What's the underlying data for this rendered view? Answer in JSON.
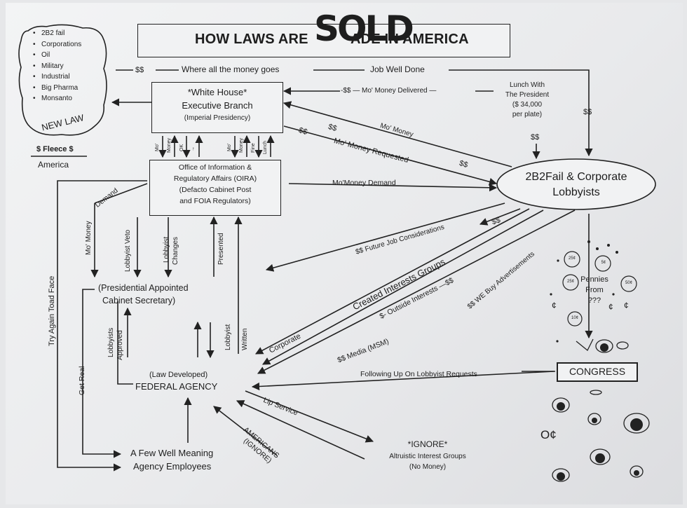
{
  "header": {
    "title_left": "HOW LAWS ARE",
    "title_right": "ADE IN AMERICA",
    "sold_stamp": "SOLD"
  },
  "interests": {
    "items": [
      "2B2 fail",
      "Corporations",
      "Oil",
      "Military",
      "Industrial",
      "Big Pharma",
      "Monsanto"
    ],
    "new_law": "NEW LAW",
    "fleece": "$ Fleece $",
    "america": "America"
  },
  "money_line": {
    "dollar": "$$",
    "where": "Where all the money goes",
    "job": "Job Well Done"
  },
  "white_house": {
    "title": "*White House*",
    "branch": "Executive Branch",
    "note": "(Imperial Presidency)"
  },
  "mini_labels": [
    "Mo'",
    "Money",
    "OK",
    "→",
    "Mo'",
    "Money",
    "Fine",
    "Lunch"
  ],
  "oira": {
    "line1": "Office of Information &",
    "line2": "Regulatory Affairs (OIRA)",
    "line3": "(Defacto Cabinet Post",
    "line4": "and FOIA Regulators)"
  },
  "lobbyists": {
    "line1": "2B2Fail & Corporate",
    "line2": "Lobbyists"
  },
  "flows": {
    "delivered": "-$$ — Mo' Money Delivered —",
    "lunch": [
      "Lunch With",
      "The President",
      "($ 34,000",
      "per plate)"
    ],
    "lunch_money": "$$",
    "right_money": "$$",
    "mo_money": "Mo' Money",
    "mo_money_requested": "Mo' Money Requested",
    "ss1": "$$",
    "ss2": "$$",
    "ss3": "$$",
    "demand": "Mo'Money Demand",
    "future": "$$  Future Job Considerations",
    "future_ss": "$$",
    "created": "Created  Interests Groups",
    "corporate": "Corporate",
    "outside": "$-  Outside Interests  —$$",
    "media": "$$  Media  (MSM)",
    "we_buy": "$$ WE Buy Advertisements",
    "following": "Following Up On Lobbyist Requests",
    "lip": "Lip Service",
    "americans": "AMERICANS",
    "americans_ignore": "(IGNORE)"
  },
  "left_labels": {
    "toad": "Try Again Toad Face",
    "get_real": "Get Real",
    "demand": "Demand",
    "mo_money": "Mo' Money",
    "veto": "Lobbyist Veto",
    "lobbyist_changes": [
      "Lobbyist",
      "Changes"
    ],
    "presented": "Presented",
    "written": "Written",
    "lobbyist_w": "Lobbyist",
    "lobbyists_approved": [
      "Lobbyists",
      "Approved"
    ]
  },
  "cabinet": {
    "line1": "(Presidential Appointed",
    "line2": "Cabinet Secretary)"
  },
  "agency": {
    "law": "(Law Developed)",
    "name": "FEDERAL AGENCY"
  },
  "employees": {
    "line1": "A Few Well Meaning",
    "line2": "Agency Employees"
  },
  "ignore": {
    "title": "*IGNORE*",
    "line1": "Altruistic Interest Groups",
    "line2": "(No Money)"
  },
  "congress": {
    "label": "CONGRESS",
    "pennies": [
      "Pennies",
      "From",
      "???"
    ],
    "coins": [
      "25¢",
      "5¢",
      "25¢",
      "50¢",
      "10¢"
    ],
    "cents": [
      "¢",
      "¢",
      "¢"
    ],
    "small_coin": "O¢"
  }
}
